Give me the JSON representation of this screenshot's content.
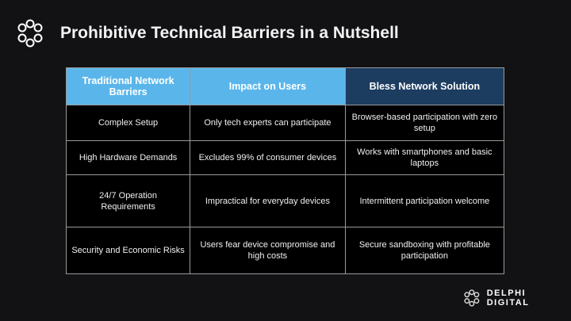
{
  "title": "Prohibitive Technical Barriers in a Nutshell",
  "table": {
    "headers": [
      "Traditional Network Barriers",
      "Impact on Users",
      "Bless Network Solution"
    ],
    "rows": [
      [
        "Complex Setup",
        "Only tech experts can participate",
        "Browser-based participation with zero setup"
      ],
      [
        "High Hardware Demands",
        "Excludes 99% of consumer devices",
        "Works with smartphones and basic laptops"
      ],
      [
        "24/7 Operation Requirements",
        "Impractical for everyday devices",
        "Intermittent participation welcome"
      ],
      [
        "Security and Economic Risks",
        "Users fear device compromise and high costs",
        "Secure sandboxing with profitable participation"
      ]
    ]
  },
  "brand": "DELPHI DIGITAL",
  "colors": {
    "header_light": "#5ab6ea",
    "header_dark": "#1c3c60",
    "background": "#121214"
  }
}
